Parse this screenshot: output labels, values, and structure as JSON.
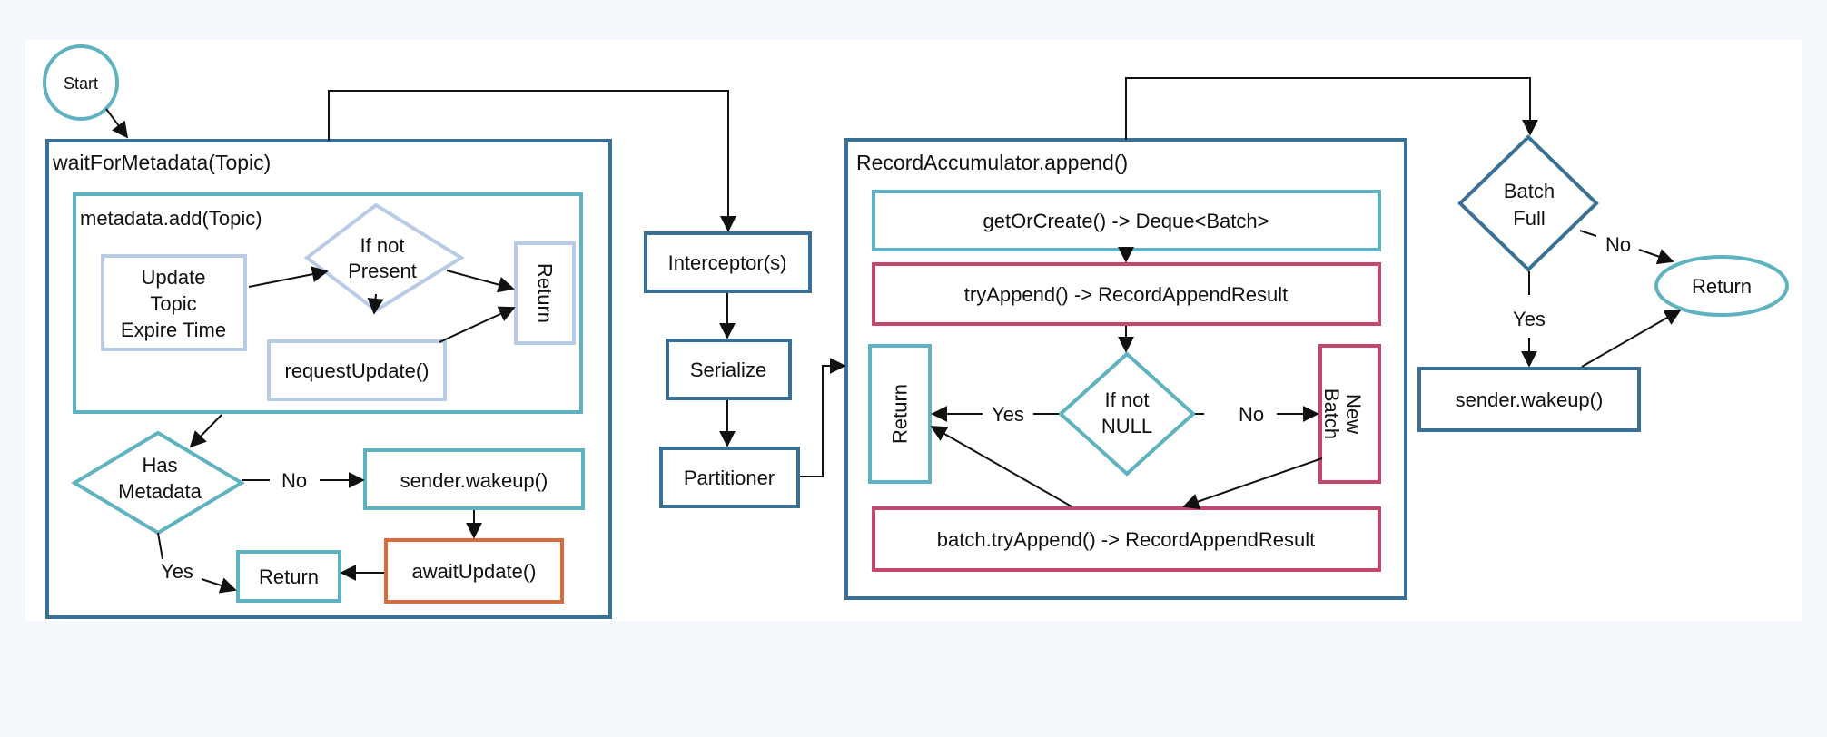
{
  "colors": {
    "background": "#f5f9fe",
    "panel": "#ffffff",
    "dark_blue": "#3a6f96",
    "teal": "#5fb3c0",
    "light_blue": "#b9cce6",
    "crimson": "#c4486b",
    "orange": "#d86a3c",
    "arrow": "#111111"
  },
  "nodes": {
    "start": "Start",
    "wait_title": "waitForMetadata(Topic)",
    "metadata_add_title": "metadata.add(Topic)",
    "update_topic": [
      "Update",
      "Topic",
      "Expire Time"
    ],
    "if_not_present": [
      "If not",
      "Present"
    ],
    "return_inner": "Return",
    "request_update": "requestUpdate()",
    "has_metadata": [
      "Has",
      "Metadata"
    ],
    "sender_wakeup_1": "sender.wakeup()",
    "await_update": "awaitUpdate()",
    "return_left": "Return",
    "interceptors": "Interceptor(s)",
    "serialize": "Serialize",
    "partitioner": "Partitioner",
    "accumulator_title": "RecordAccumulator.append()",
    "get_or_create": "getOrCreate() -> Deque<Batch>",
    "try_append": "tryAppend() -> RecordAppendResult",
    "return_mid": "Return",
    "if_not_null": [
      "If not",
      "NULL"
    ],
    "new_batch": [
      "New",
      "Batch"
    ],
    "batch_try_append": "batch.tryAppend() -> RecordAppendResult",
    "batch_full": [
      "Batch",
      "Full"
    ],
    "return_right": "Return",
    "sender_wakeup_2": "sender.wakeup()"
  },
  "edge_labels": {
    "has_metadata_no": "No",
    "has_metadata_yes": "Yes",
    "not_null_yes": "Yes",
    "not_null_no": "No",
    "batch_full_no": "No",
    "batch_full_yes": "Yes"
  }
}
